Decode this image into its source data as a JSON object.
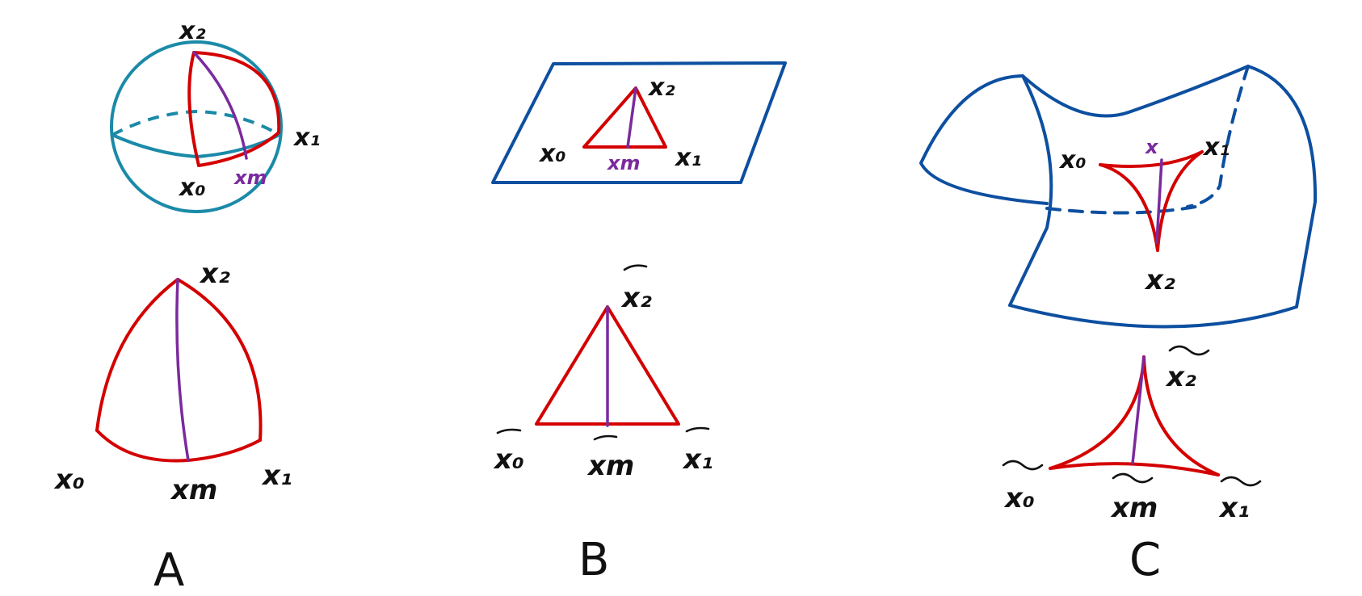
{
  "colors": {
    "triangle": "#d40000",
    "median": "#7b2a9e",
    "sphere": "#1a8aa8",
    "surface": "#0d4fa0",
    "ink": "#111111"
  },
  "panels": {
    "a": {
      "caption": "A",
      "sphere_labels": {
        "x2": "x₂",
        "x1": "x₁",
        "x0": "x₀",
        "xm": "xm"
      },
      "triangle_labels": {
        "x2": "x₂",
        "x0": "x₀",
        "x1": "x₁",
        "xm": "xm"
      }
    },
    "b": {
      "caption": "B",
      "plane_labels": {
        "x2": "x₂",
        "x0": "x₀",
        "x1": "x₁",
        "xm": "xm"
      },
      "triangle_labels": {
        "x2": "x₂",
        "x0": "x₀",
        "x1": "x₁",
        "xm": "xm"
      }
    },
    "c": {
      "caption": "C",
      "surface_labels": {
        "x0": "x₀",
        "x1": "x₁",
        "x2": "x₂",
        "xm": "x"
      },
      "triangle_labels": {
        "x2": "x₂",
        "x0": "x₀",
        "x1": "x₁",
        "xm": "xm"
      }
    }
  }
}
